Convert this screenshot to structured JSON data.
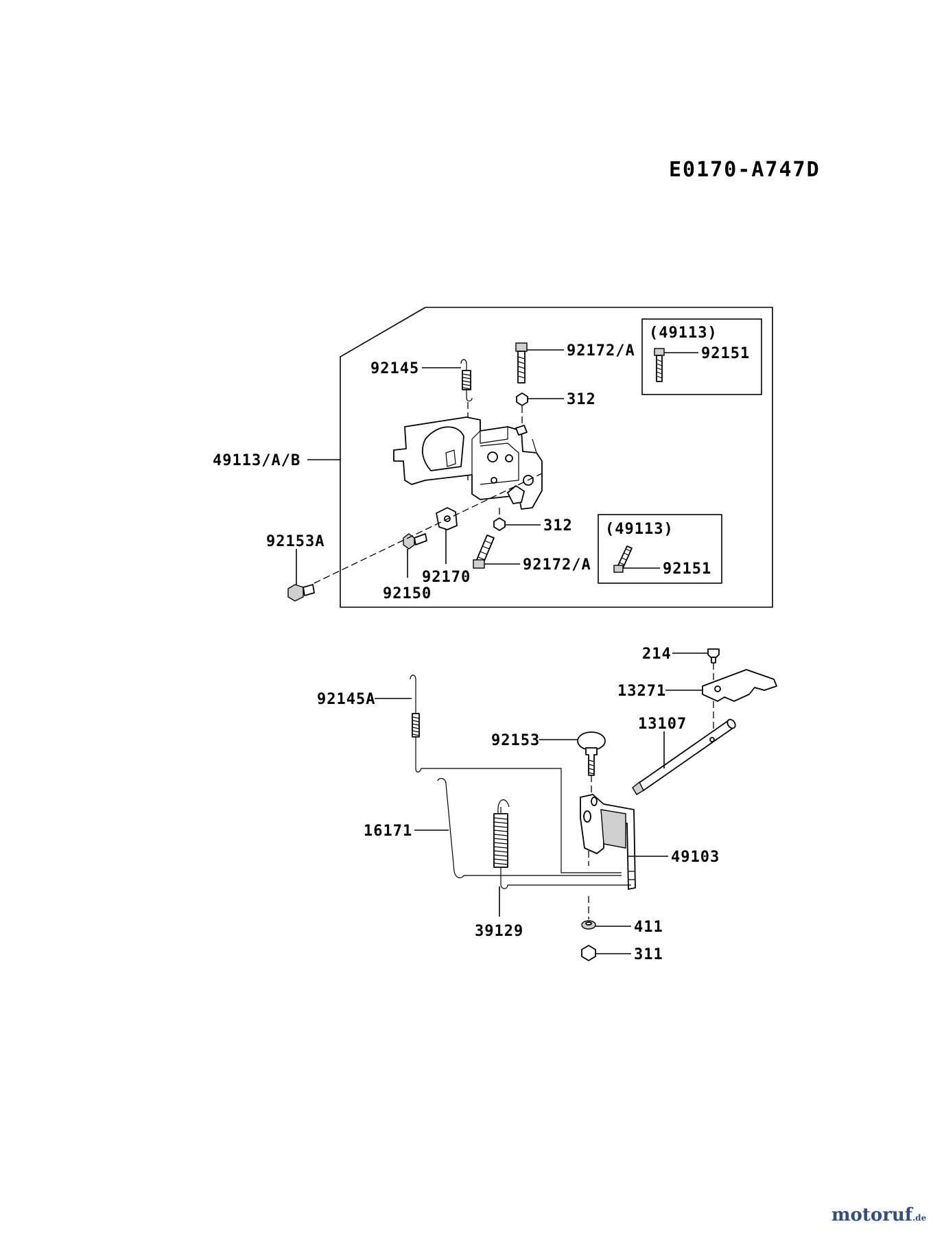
{
  "diagram_code": "E0170-A747D",
  "labels": {
    "p92172A_top": "92172/A",
    "p92145": "92145",
    "p312_top": "312",
    "p49113AB": "49113/A/B",
    "p92153A": "92153A",
    "p92150": "92150",
    "p92170": "92170",
    "p312_mid": "312",
    "p92172A_bottom": "92172/A",
    "inset1_title": "(49113)",
    "inset1_92151": "92151",
    "inset2_title": "(49113)",
    "inset2_92151": "92151",
    "p214": "214",
    "p13271": "13271",
    "p13107": "13107",
    "p92145A": "92145A",
    "p92153": "92153",
    "p16171": "16171",
    "p49103": "49103",
    "p39129": "39129",
    "p411": "411",
    "p311": "311"
  },
  "watermark": {
    "brand": "motoruf",
    "tld": ".de",
    "color": "#2e4f8c"
  }
}
